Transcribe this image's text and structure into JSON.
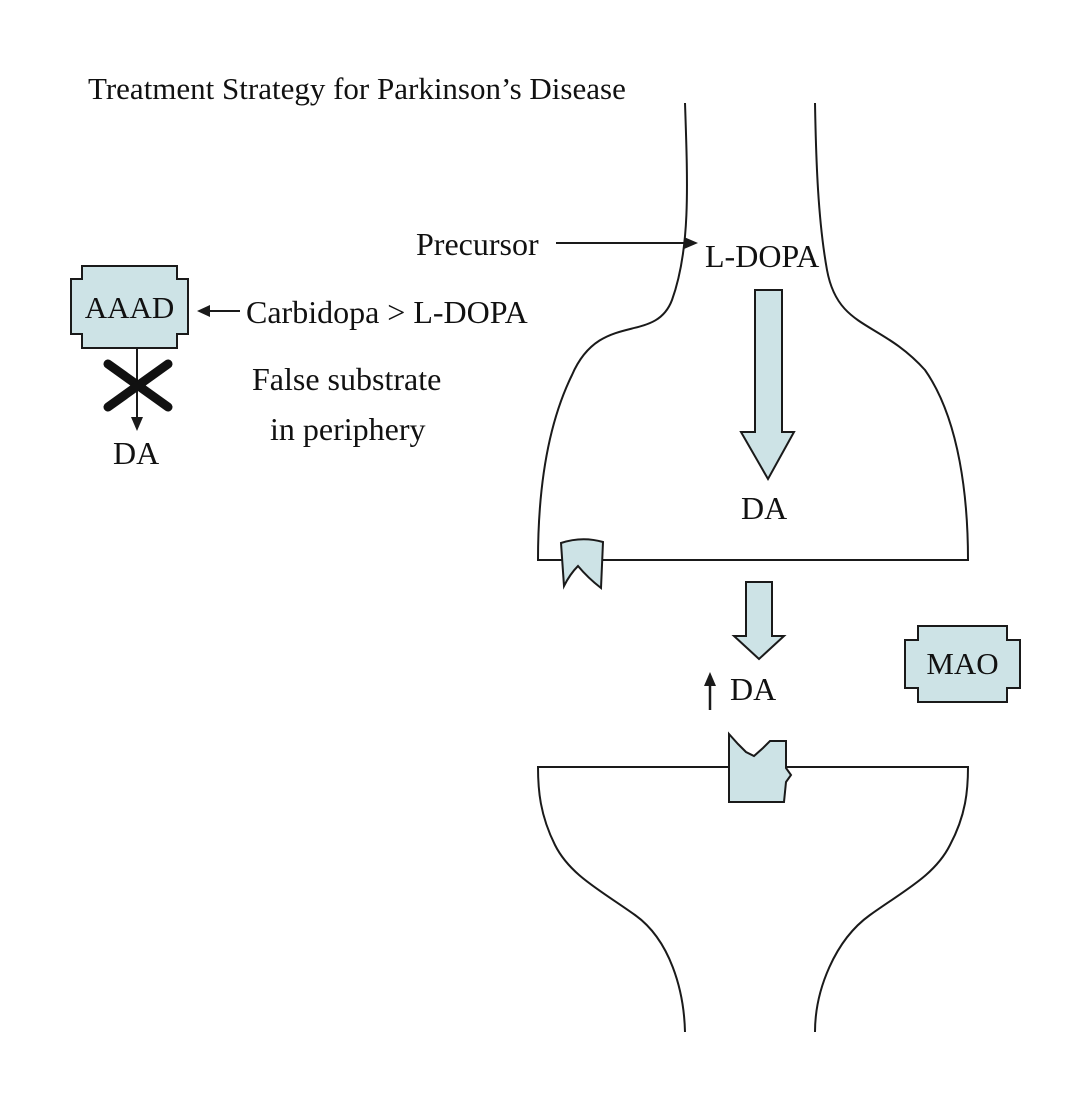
{
  "title": "Treatment Strategy for Parkinson’s Disease",
  "labels": {
    "precursor": "Precursor",
    "ldopa_neuron": "L-DOPA",
    "da_neuron": "DA",
    "carbidopa": "Carbidopa > L-DOPA",
    "false_substrate_1": "False substrate",
    "false_substrate_2": "in periphery",
    "da_periphery": "DA",
    "da_synapse": "DA"
  },
  "enzymes": {
    "aaad": "AAAD",
    "mao": "MAO"
  },
  "colors": {
    "fill": "#cde3e6",
    "stroke": "#1a1a1a",
    "text": "#111111"
  }
}
